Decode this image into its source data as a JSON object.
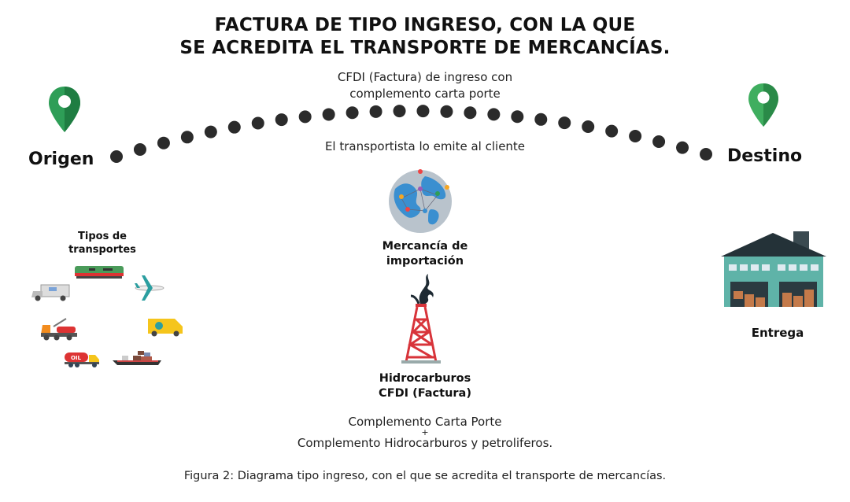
{
  "title_line1": "FACTURA DE TIPO INGRESO, CON LA QUE",
  "title_line2": "SE ACREDITA EL TRANSPORTE DE MERCANCÍAS.",
  "cfdi_line1": "CFDI (Factura) de ingreso con",
  "cfdi_line2": "complemento carta porte",
  "emitter": "El transportista lo emite al cliente",
  "origin": "Origen",
  "destination": "Destino",
  "transport_types_line1": "Tipos de",
  "transport_types_line2": "transportes",
  "import_line1": "Mercancía de",
  "import_line2": "importación",
  "hydro_line1": "Hidrocarburos",
  "hydro_line2": "CFDI (Factura)",
  "complement1": "Complemento Carta Porte",
  "plus": "+",
  "complement2": "Complemento Hidrocarburos y petroliferos.",
  "delivery": "Entrega",
  "tanker_text": "OIL",
  "caption": "Figura 2: Diagrama tipo ingreso, con el que se acredita el transporte de mercancías.",
  "colors": {
    "pin": "#2e9e57",
    "dots": "#2b2b2b",
    "warehouse": "#5fb3a8",
    "roof": "#243238",
    "derrick": "#d8343a"
  }
}
